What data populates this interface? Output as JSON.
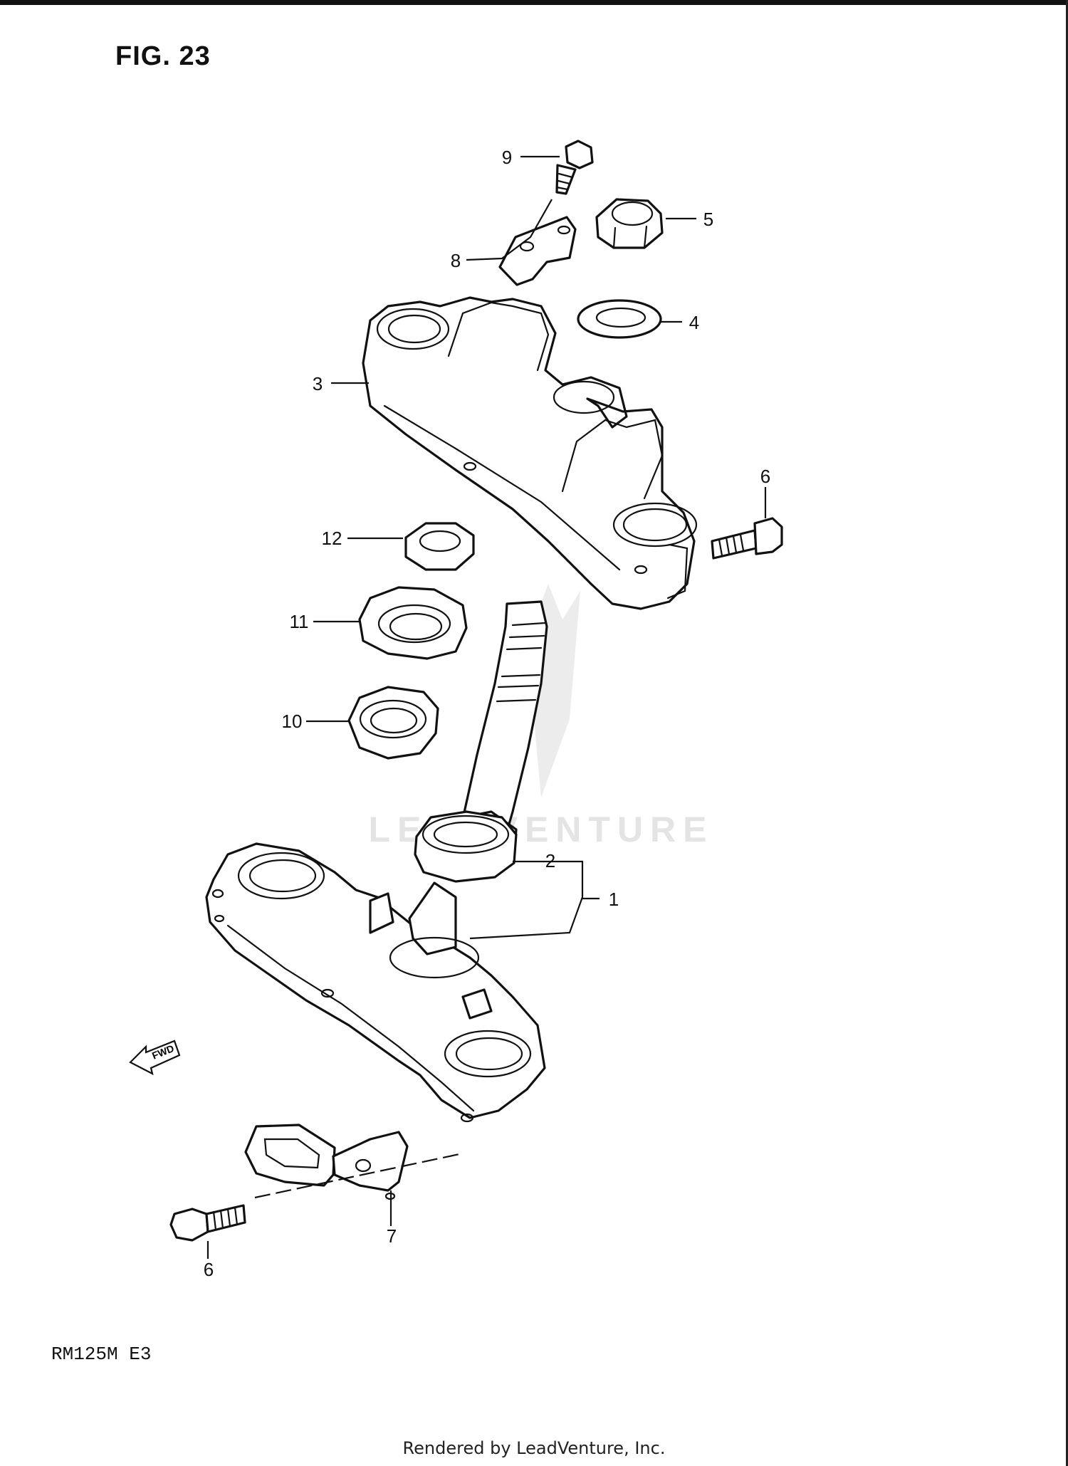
{
  "figure": {
    "title": "FIG. 23",
    "model_code": "RM125M E3",
    "footer": "Rendered by LeadVenture, Inc.",
    "watermark": "LEADVENTURE"
  },
  "diagram": {
    "direction_marker": "FWD",
    "callouts": [
      {
        "id": "c9",
        "label": "9"
      },
      {
        "id": "c8",
        "label": "8"
      },
      {
        "id": "c5",
        "label": "5"
      },
      {
        "id": "c4",
        "label": "4"
      },
      {
        "id": "c3",
        "label": "3"
      },
      {
        "id": "c6a",
        "label": "6"
      },
      {
        "id": "c12",
        "label": "12"
      },
      {
        "id": "c11",
        "label": "11"
      },
      {
        "id": "c10",
        "label": "10"
      },
      {
        "id": "c2",
        "label": "2"
      },
      {
        "id": "c1",
        "label": "1"
      },
      {
        "id": "c7",
        "label": "7"
      },
      {
        "id": "c6b",
        "label": "6"
      }
    ]
  },
  "colors": {
    "ink": "#111111",
    "paper": "#ffffff",
    "watermark": "#e6e6e6"
  }
}
